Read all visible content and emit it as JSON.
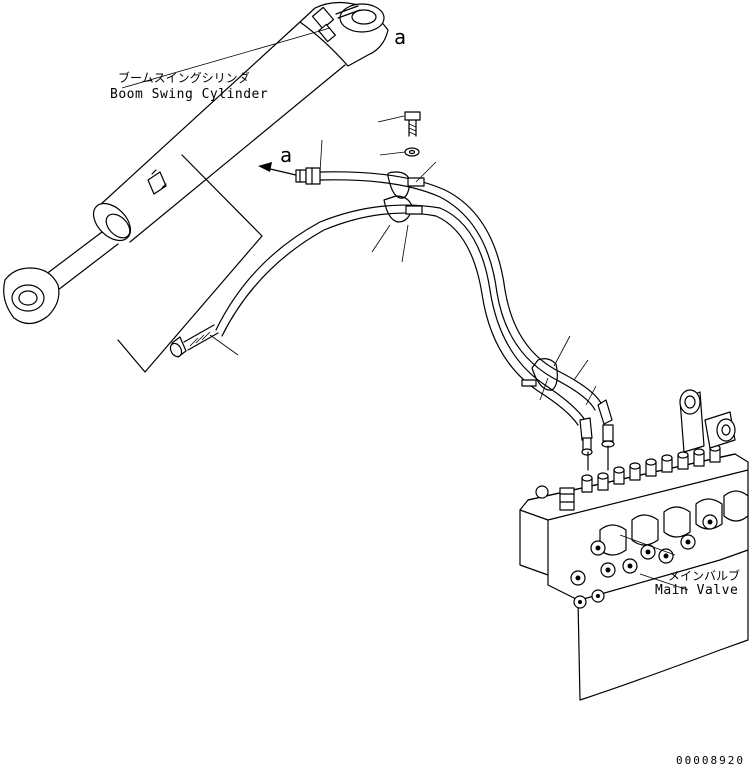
{
  "title": "",
  "labels": {
    "cylinder_jp": "ブームスイングシリンダ",
    "cylinder_en": "Boom Swing Cylinder",
    "valve_jp": "メインバルブ",
    "valve_en": "Main Valve",
    "callout_top": "a",
    "callout_mid": "a"
  },
  "drawing_code": "00008920"
}
